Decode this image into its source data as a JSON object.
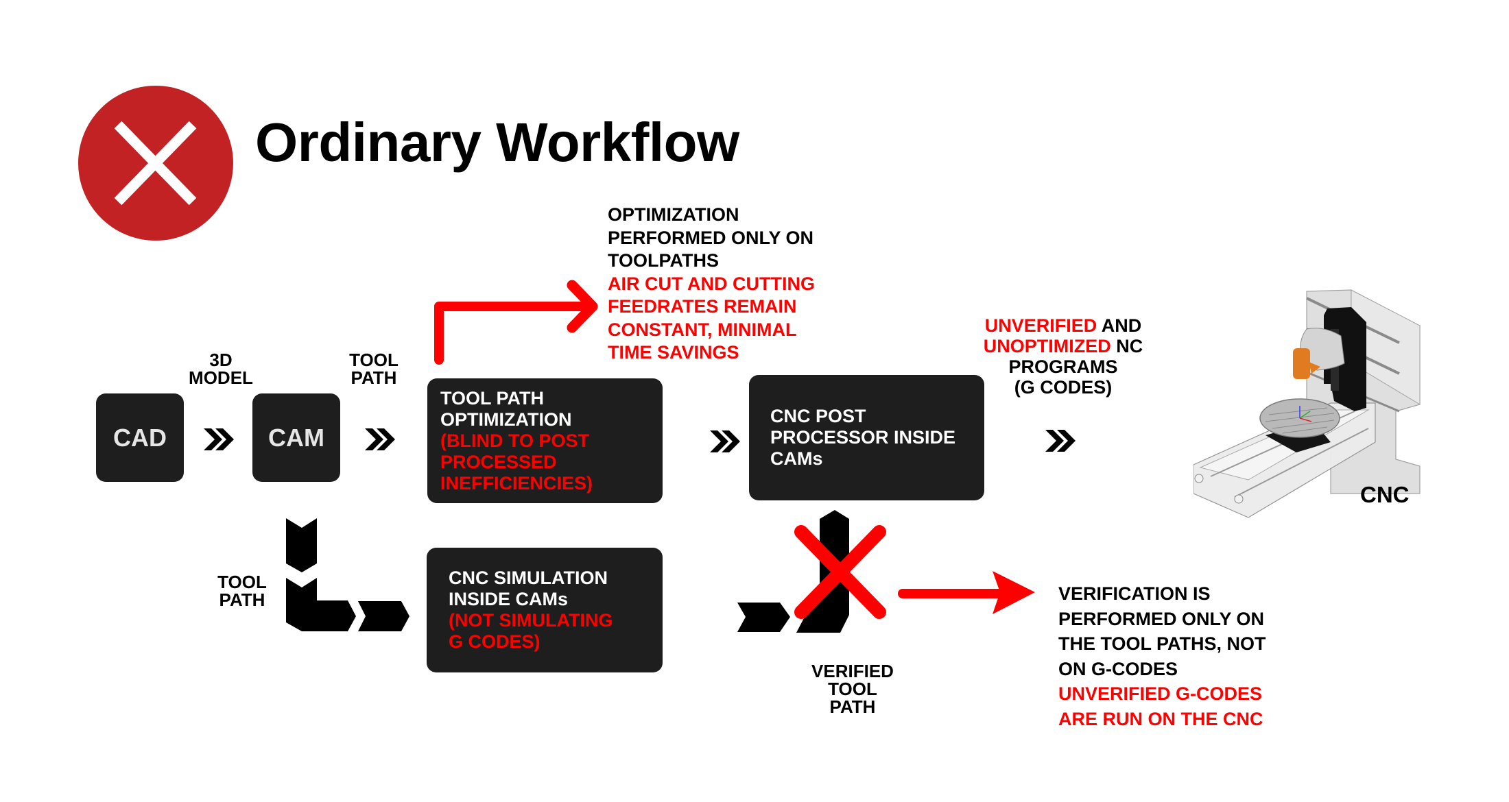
{
  "header": {
    "icon": "close-circle-icon",
    "title": "Ordinary Workflow",
    "accent_color": "#C32225"
  },
  "colors": {
    "box": "#1e1e1e",
    "warning": "#ff0000",
    "text": "#000000"
  },
  "nodes": {
    "cad": "CAD",
    "cam": "CAM",
    "optimization": {
      "lines": [
        "TOOL PATH",
        "OPTIMIZATION"
      ],
      "warning_lines": [
        "(BLIND TO POST",
        "PROCESSED",
        "INEFFICIENCIES)"
      ]
    },
    "post_processor": {
      "lines": [
        "CNC POST",
        "PROCESSOR INSIDE",
        "CAMs"
      ]
    },
    "simulation": {
      "lines": [
        "CNC SIMULATION",
        "INSIDE CAMs"
      ],
      "warning_lines": [
        "(NOT SIMULATING",
        "G CODES)"
      ]
    },
    "cnc": {
      "label": "CNC",
      "image": "cnc-machine-illustration"
    }
  },
  "edge_labels": {
    "model": [
      "3D",
      "MODEL"
    ],
    "toolpath_top": [
      "TOOL",
      "PATH"
    ],
    "toolpath_left": [
      "TOOL",
      "PATH"
    ],
    "verified": [
      "VERIFIED",
      "TOOL",
      "PATH"
    ]
  },
  "notes": {
    "optimization": {
      "lines": [
        "OPTIMIZATION",
        "PERFORMED ONLY ON",
        "TOOLPATHS"
      ],
      "warning_lines": [
        "AIR CUT AND CUTTING",
        "FEEDRATES REMAIN",
        "CONSTANT, MINIMAL",
        "TIME SAVINGS"
      ]
    },
    "programs": {
      "line1_warning": "UNVERIFIED",
      "line1_rest": " AND",
      "line2_warning": "UNOPTIMIZED",
      "line2_rest": " NC",
      "line3": "PROGRAMS",
      "line4": "(G CODES)"
    },
    "verification": {
      "lines": [
        "VERIFICATION IS",
        "PERFORMED ONLY ON",
        "THE TOOL PATHS, NOT",
        "ON G-CODES"
      ],
      "warning_lines": [
        "UNVERIFIED G-CODES",
        "ARE RUN ON THE CNC"
      ]
    }
  },
  "connectors": {
    "chevron_icon": "double-chevron-right-icon",
    "blocked_icon": "red-x-icon",
    "warning_arrow_icon": "red-arrow-right-icon"
  }
}
